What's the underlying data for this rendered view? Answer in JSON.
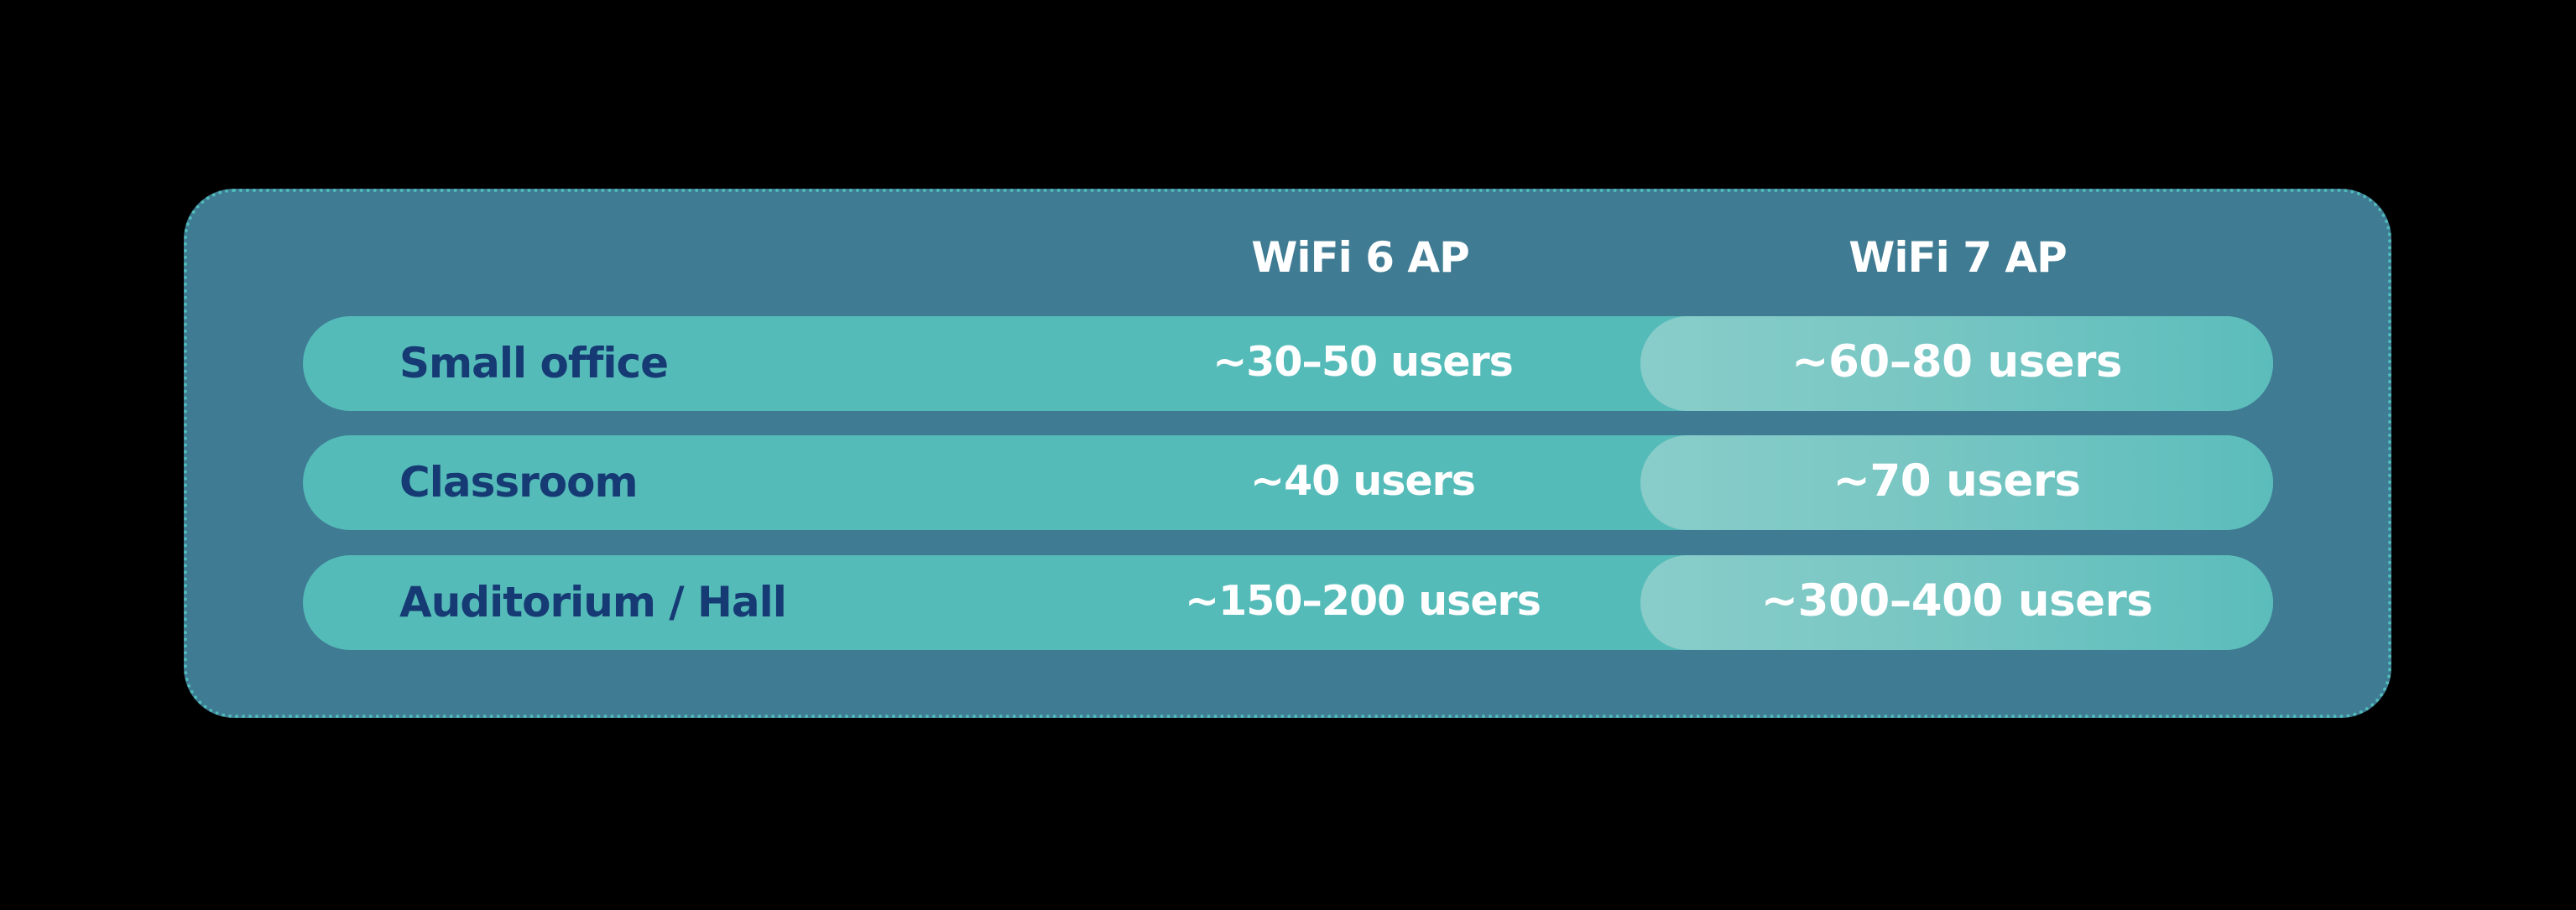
{
  "comparison": {
    "headers": {
      "wifi6": "WiFi 6 AP",
      "wifi7": "WiFi 7 AP"
    },
    "rows": [
      {
        "label": "Small office",
        "wifi6": "~30–50 users",
        "wifi7": "~60–80 users"
      },
      {
        "label": "Classroom",
        "wifi6": "~40 users",
        "wifi7": "~70 users"
      },
      {
        "label": "Auditorium / Hall",
        "wifi6": "~150–200 users",
        "wifi7": "~300–400 users"
      }
    ]
  },
  "colors": {
    "background": "#000000",
    "panel": "#3F7B93",
    "panel_border": "#4FBAB8",
    "row": "#55BBB9",
    "wifi7_highlight_start": "#89CDCA",
    "wifi7_highlight_end": "#5BBDBB",
    "label_text": "#163A73",
    "value_text": "#FFFFFF"
  }
}
